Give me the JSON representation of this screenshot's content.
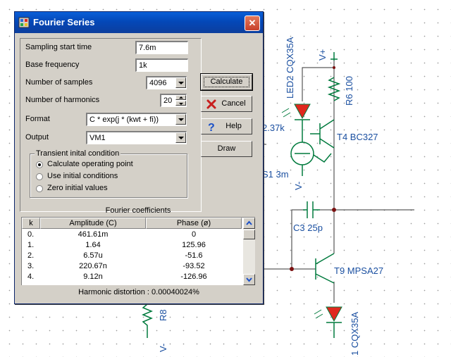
{
  "window": {
    "title": "Fourier Series",
    "close_glyph": "✕"
  },
  "params": {
    "sampling_start_label": "Sampling start time",
    "sampling_start_value": "7.6m",
    "base_freq_label": "Base frequency",
    "base_freq_value": "1k",
    "num_samples_label": "Number of samples",
    "num_samples_value": "4096",
    "num_harmonics_label": "Number of harmonics",
    "num_harmonics_value": "20",
    "format_label": "Format",
    "format_value": "C * exp(j * (kwt + fi))",
    "output_label": "Output",
    "output_value": "VM1"
  },
  "transient": {
    "title": "Transient inital condition",
    "options": [
      {
        "label": "Calculate operating point",
        "selected": true
      },
      {
        "label": "Use initial conditions",
        "selected": false
      },
      {
        "label": "Zero initial values",
        "selected": false
      }
    ]
  },
  "buttons": {
    "calculate": "Calculate",
    "cancel": "Cancel",
    "help": "Help",
    "draw": "Draw"
  },
  "fourier": {
    "title": "Fourier coefficients",
    "columns": [
      "k",
      "Amplitude (C)",
      "Phase (ø)"
    ],
    "rows": [
      [
        "0.",
        "461.61m",
        "0"
      ],
      [
        "1.",
        "1.64",
        "125.96"
      ],
      [
        "2.",
        "6.57u",
        "-51.6"
      ],
      [
        "3.",
        "220.67n",
        "-93.52"
      ],
      [
        "4.",
        "9.12n",
        "-126.96"
      ]
    ]
  },
  "distortion": {
    "label": "Harmonic distortion :",
    "value": "0.00040024%"
  },
  "schematic": {
    "labels": {
      "led2": "LED2 CQX35A",
      "vplus": "V+",
      "r6": "R6 100",
      "r_partial": "2.37k",
      "t4": "T4 BC327",
      "s1": "S1 3m",
      "vminus1": "V-",
      "c3": "C3 25p",
      "t9": "T9 MPSA27",
      "r8": "R8",
      "vminus2": "V-",
      "led_bottom": "1 CQX35A"
    },
    "colors": {
      "wire": "#333333",
      "component": "#007a3d",
      "led": "#e0281e",
      "label": "#1a4fa0",
      "node": "#7a1010"
    }
  }
}
